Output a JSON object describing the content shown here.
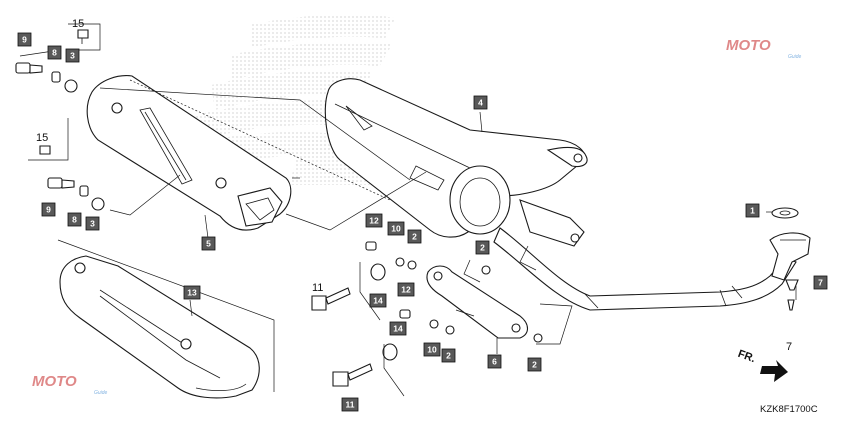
{
  "diagram": {
    "code": "KZK8F1700C",
    "direction_label": "FR.",
    "watermark": {
      "brand": "MOTO",
      "sub": "Guide"
    },
    "label_color": "#595959",
    "plain_labels": [
      {
        "id": "15"
      },
      {
        "id": "15"
      },
      {
        "id": "11"
      },
      {
        "id": "7"
      }
    ],
    "boxed_labels": [
      {
        "id": "9"
      },
      {
        "id": "8"
      },
      {
        "id": "3"
      },
      {
        "id": "9"
      },
      {
        "id": "8"
      },
      {
        "id": "3"
      },
      {
        "id": "5"
      },
      {
        "id": "4"
      },
      {
        "id": "12"
      },
      {
        "id": "10"
      },
      {
        "id": "2"
      },
      {
        "id": "2"
      },
      {
        "id": "14"
      },
      {
        "id": "12"
      },
      {
        "id": "14"
      },
      {
        "id": "10"
      },
      {
        "id": "2"
      },
      {
        "id": "6"
      },
      {
        "id": "2"
      },
      {
        "id": "13"
      },
      {
        "id": "11"
      },
      {
        "id": "1"
      },
      {
        "id": "7"
      }
    ]
  }
}
